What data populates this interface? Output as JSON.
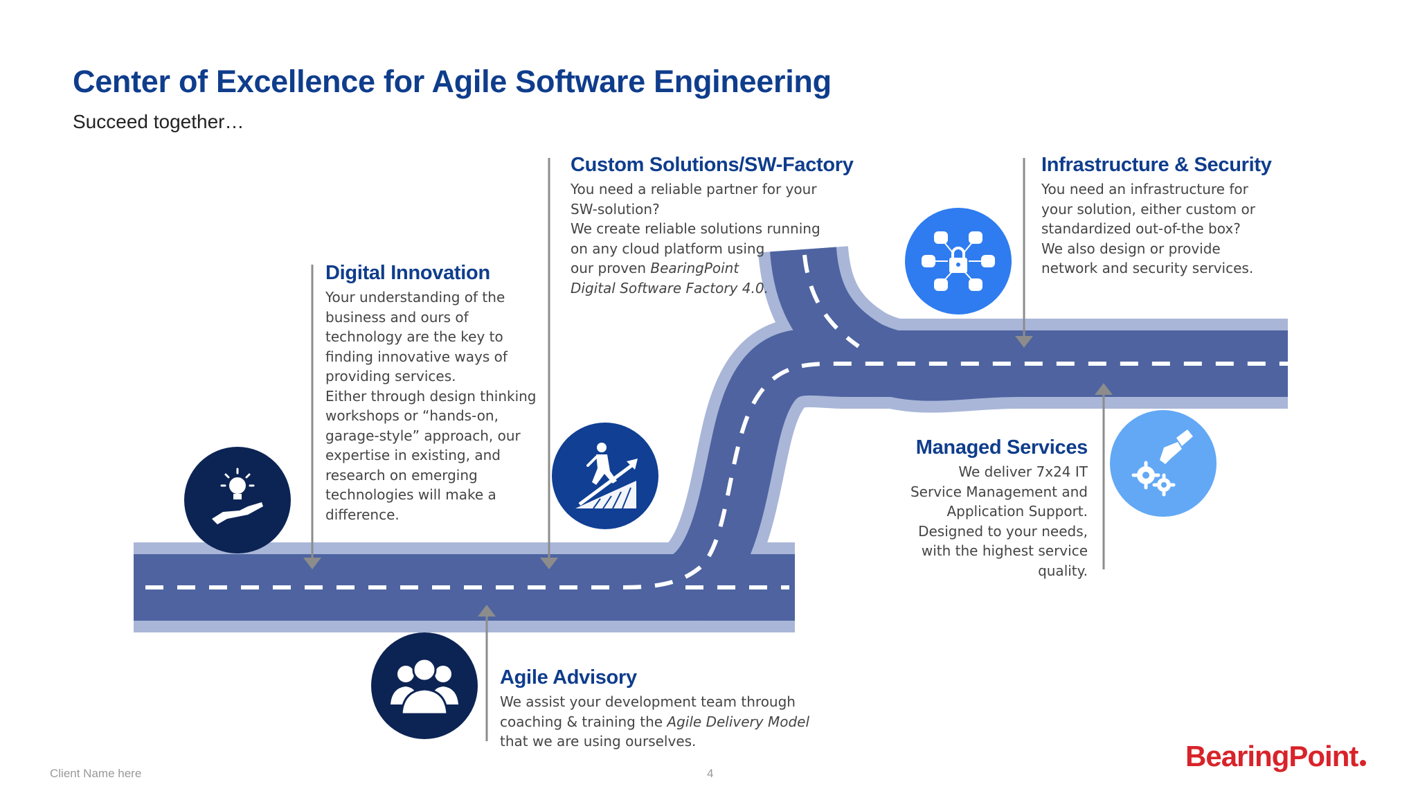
{
  "header": {
    "title": "Center of Excellence for Agile Software Engineering",
    "subtitle": "Succeed together…"
  },
  "blocks": {
    "digital_innovation": {
      "title": "Digital Innovation",
      "lines": [
        "Your understanding of the",
        "business and ours of",
        "technology are the key to",
        "finding innovative ways of",
        "providing services.",
        "Either through design thinking",
        "workshops or “hands-on,",
        "garage-style” approach, our",
        "expertise in existing, and",
        "research on emerging",
        "technologies will make a",
        "difference."
      ]
    },
    "custom_solutions": {
      "title": "Custom Solutions/SW-Factory",
      "lines": [
        "You need a reliable partner for your",
        "SW-solution?",
        "We create reliable solutions running",
        "on any cloud platform using"
      ],
      "line5_prefix": "our proven ",
      "line5_italic": "BearingPoint",
      "line6_italic": "Digital Software Factory 4.0."
    },
    "infrastructure_security": {
      "title": "Infrastructure & Security",
      "lines": [
        "You need an infrastructure for",
        "your solution, either custom or",
        "standardized out-of-the box?",
        "We also design or provide",
        "network and security services."
      ]
    },
    "managed_services": {
      "title": "Managed Services",
      "lines": [
        "We deliver 7x24 IT",
        "Service Management and",
        "Application Support.",
        "Designed to your needs,",
        "with the highest service",
        "quality."
      ]
    },
    "agile_advisory": {
      "title": "Agile Advisory",
      "line1": "We assist your development team through",
      "line2_prefix": "coaching & training the ",
      "line2_italic": "Agile Delivery Model",
      "line3": "that we are using ourselves."
    }
  },
  "icons": {
    "digital_innovation": "lightbulb-hand-icon",
    "custom_solutions": "runner-growth-icon",
    "infrastructure_security": "network-lock-icon",
    "managed_services": "robot-hand-gears-icon",
    "agile_advisory": "team-people-icon"
  },
  "colors": {
    "title_blue": "#0f3d8c",
    "road": "#4e63a0",
    "road_edge": "#a9b6d8",
    "navy": "#0c2454",
    "royal": "#103f93",
    "bright_blue": "#2f7cf0",
    "light_blue": "#62a8f5",
    "brand_red": "#d8232a"
  },
  "footer": {
    "client": "Client Name here",
    "page": "4",
    "brand": "BearingPoint"
  }
}
